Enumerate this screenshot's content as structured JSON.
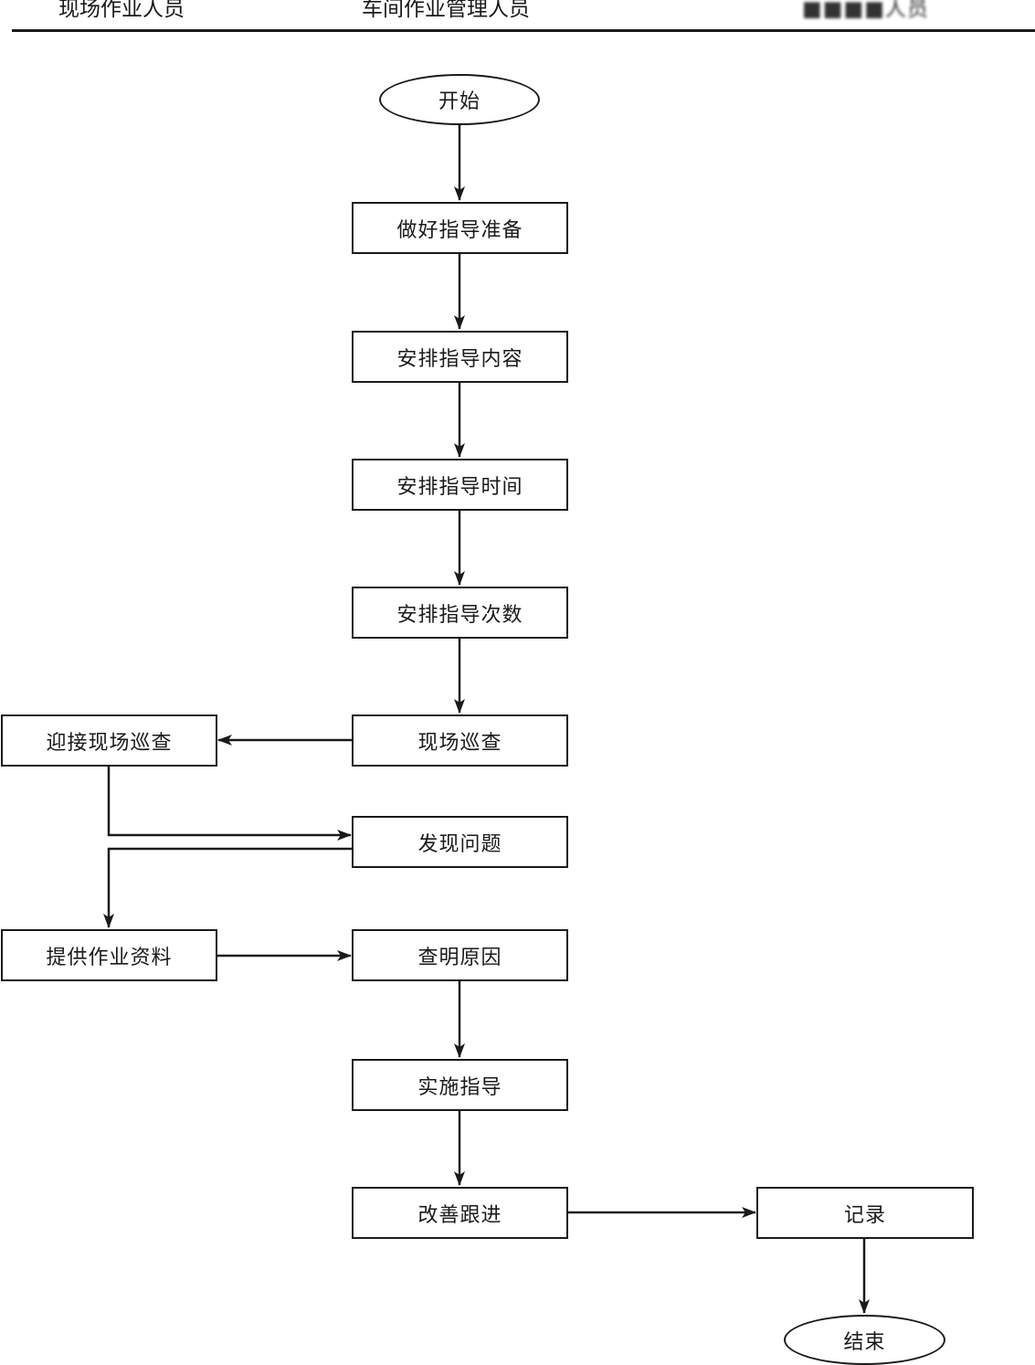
{
  "lanes": {
    "field_staff": "现场作业人员",
    "workshop_managers": "车间作业管理人员",
    "dept_staff": "■■■■人员"
  },
  "nodes": {
    "start": "开始",
    "prepare": "做好指导准备",
    "arrange_content": "安排指导内容",
    "arrange_time": "安排指导时间",
    "arrange_count": "安排指导次数",
    "site_patrol": "现场巡查",
    "receive_patrol": "迎接现场巡查",
    "find_problem": "发现问题",
    "provide_docs": "提供作业资料",
    "find_cause": "查明原因",
    "implement": "实施指导",
    "improve": "改善跟进",
    "record": "记录",
    "end": "结束"
  }
}
